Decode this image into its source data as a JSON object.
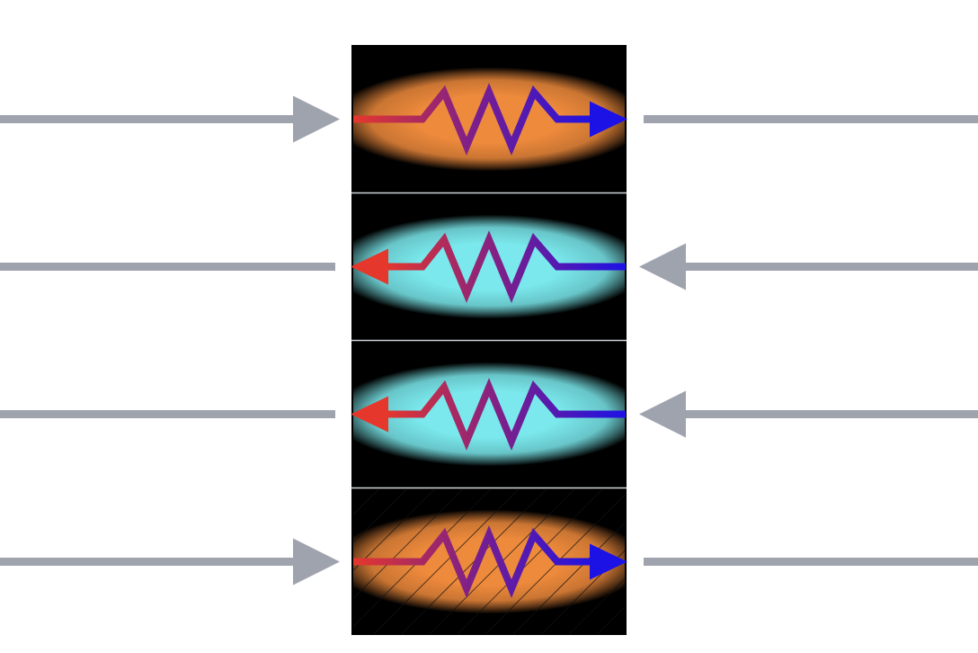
{
  "diagram": {
    "colors": {
      "arrow_gray": "#9ea3ae",
      "hot_orange": "#ee8a3c",
      "cold_cyan": "#7ae8ec",
      "block_dark": "#000000",
      "divider": "#cfd3d8",
      "hot_red": "#e5372c",
      "mid_purple": "#7a1f8c",
      "cold_blue": "#1d12e6",
      "hatch": "#111111"
    },
    "segments": [
      {
        "id": "segment-1",
        "fill": "hot",
        "hatched": false,
        "gray_flow": "left-to-right",
        "resistor_arrow": "right",
        "arrow_color_key": "cold_blue"
      },
      {
        "id": "segment-2",
        "fill": "cold",
        "hatched": false,
        "gray_flow": "right-to-left",
        "resistor_arrow": "left",
        "arrow_color_key": "hot_red"
      },
      {
        "id": "segment-3",
        "fill": "cold",
        "hatched": false,
        "gray_flow": "right-to-left",
        "resistor_arrow": "left",
        "arrow_color_key": "hot_red"
      },
      {
        "id": "segment-4",
        "fill": "hot",
        "hatched": true,
        "gray_flow": "left-to-right",
        "resistor_arrow": "right",
        "arrow_color_key": "cold_blue"
      }
    ]
  }
}
